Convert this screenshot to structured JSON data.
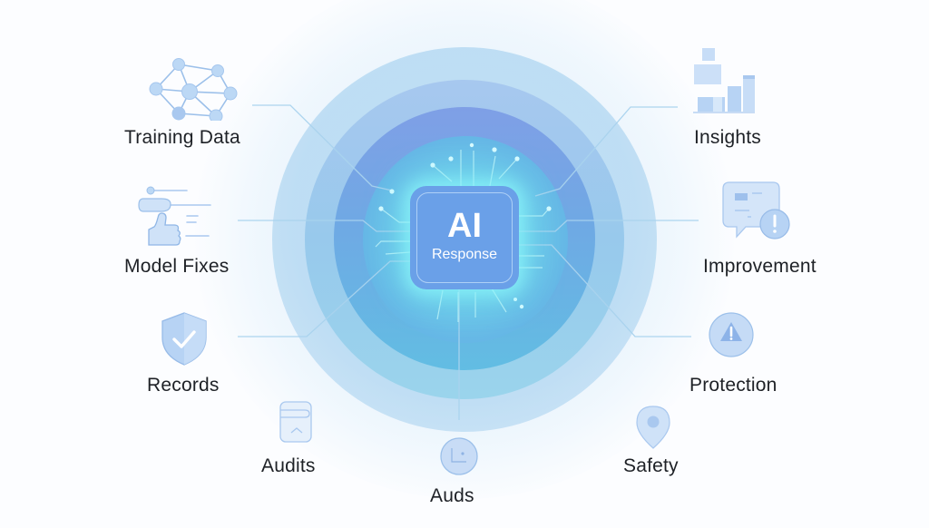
{
  "center": {
    "title": "AI",
    "subtitle": "Response"
  },
  "nodes_left": [
    {
      "label": "Training Data",
      "icon": "network-graph-icon"
    },
    {
      "label": "Model Fixes",
      "icon": "thumbs-up-feedback-icon"
    },
    {
      "label": "Records",
      "icon": "shield-check-icon"
    },
    {
      "label": "Audits",
      "icon": "document-card-icon"
    }
  ],
  "nodes_right": [
    {
      "label": "Insights",
      "icon": "bar-chart-icon"
    },
    {
      "label": "Improvement",
      "icon": "chat-alert-icon"
    },
    {
      "label": "Protection",
      "icon": "warning-circle-icon"
    },
    {
      "label": "Safety",
      "icon": "location-pin-icon"
    }
  ],
  "node_bottom": {
    "label": "Auds",
    "icon": "chart-circle-icon"
  },
  "colors": {
    "background": "#fcfdff",
    "chip": "#6aa0e8",
    "chip_glow": "#8cf5fa",
    "ring_outer": "#b8dcf3",
    "ring_mid": "#98c9ec",
    "ring_inner": "#7f9fe6",
    "core": "#6ed2ea",
    "icon_fill": "#cfe2f8",
    "icon_stroke": "#9cc0ea",
    "label_text": "#1e2126",
    "connector": "#a9d3ee"
  }
}
